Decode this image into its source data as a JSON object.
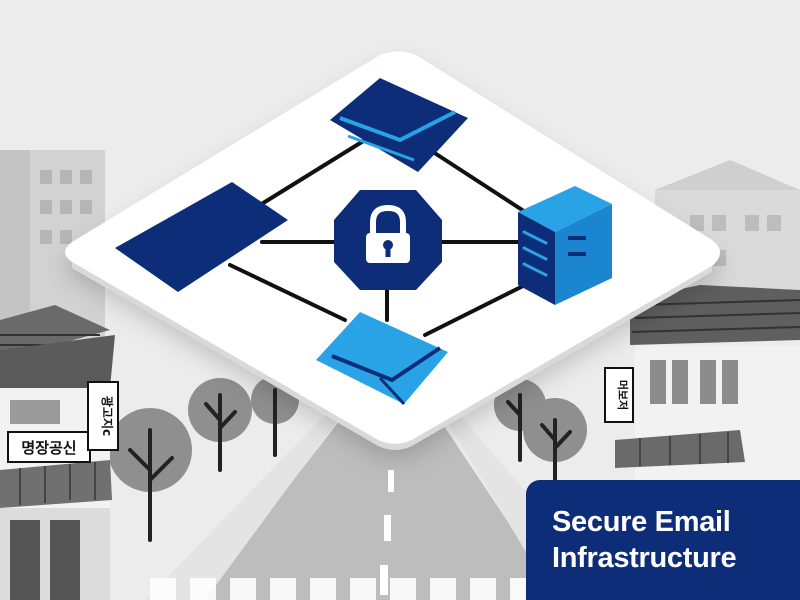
{
  "title": {
    "line1": "Secure Email",
    "line2": "Infrastructure"
  },
  "signs": {
    "left_board": "명장공신",
    "left_vertical": "광고지c",
    "right_vertical": "머보저"
  },
  "icons": {
    "top": "envelope-icon",
    "left": "card-panel-icon",
    "center": "padlock-icon",
    "right": "server-icon",
    "bottom": "envelope-icon"
  },
  "colors": {
    "navy": "#0d2d78",
    "bright_blue": "#29a3e6",
    "platform": "#ffffff",
    "background": "#ececec"
  }
}
